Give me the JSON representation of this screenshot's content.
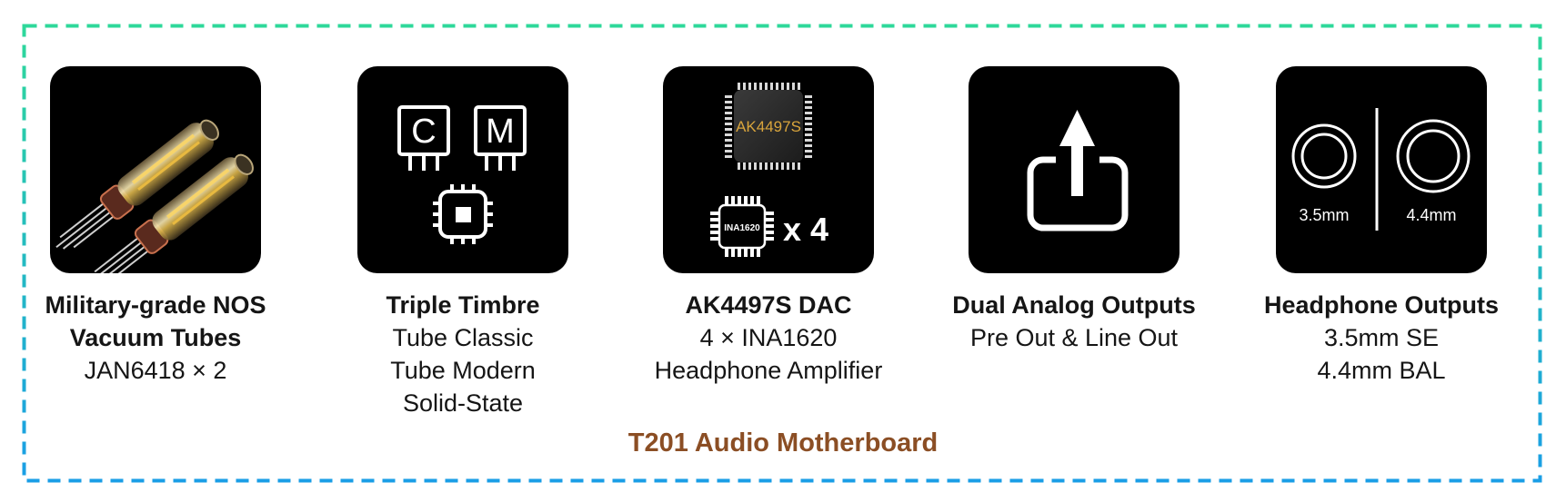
{
  "theme": {
    "border_gradient_top": "#2ED89A",
    "border_gradient_bottom": "#1A9EE6",
    "card_background": "#000000",
    "title_color": "#8B4E24",
    "chip_label_color": "#D9A53C"
  },
  "features": [
    {
      "icon": "vacuum-tubes-photo",
      "title_lines": [
        "Military-grade NOS",
        "Vacuum Tubes"
      ],
      "lines": [
        "JAN6418 × 2"
      ]
    },
    {
      "icon": "triple-timbre-icon",
      "icon_labels": {
        "left_chip": "C",
        "right_chip": "M"
      },
      "title_lines": [
        "Triple Timbre"
      ],
      "lines": [
        "Tube Classic",
        "Tube Modern",
        "Solid-State"
      ]
    },
    {
      "icon": "dac-chip-icon",
      "icon_labels": {
        "dac_chip": "AK4497S",
        "amp_chip": "INA1620",
        "amp_count": "x 4"
      },
      "title_lines": [
        "AK4497S DAC"
      ],
      "lines": [
        "4 × INA1620",
        "Headphone Amplifier"
      ]
    },
    {
      "icon": "output-arrow-icon",
      "title_lines": [
        "Dual Analog Outputs"
      ],
      "lines": [
        "Pre Out & Line Out"
      ]
    },
    {
      "icon": "headphone-jacks-icon",
      "icon_labels": {
        "left_jack": "3.5mm",
        "right_jack": "4.4mm"
      },
      "title_lines": [
        "Headphone Outputs"
      ],
      "lines": [
        "3.5mm SE",
        "4.4mm BAL"
      ]
    }
  ],
  "footer": {
    "title": "T201 Audio Motherboard"
  }
}
